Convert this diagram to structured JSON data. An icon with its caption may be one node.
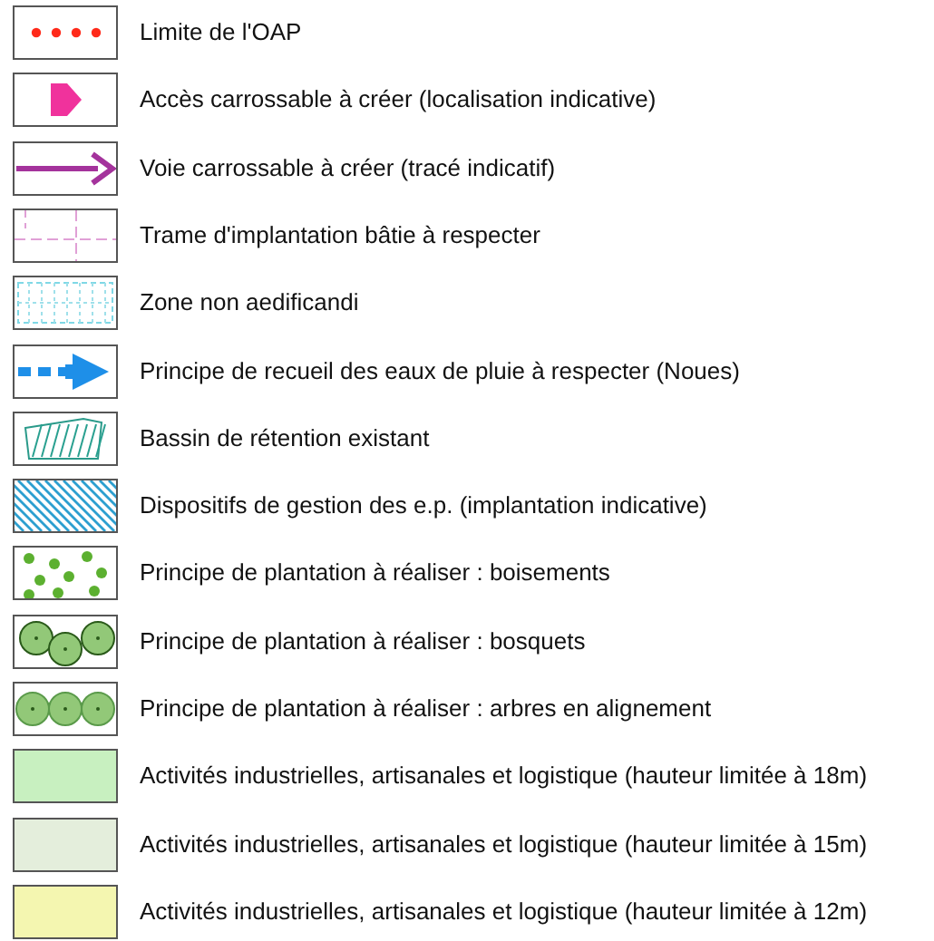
{
  "diagram": {
    "legend": [
      {
        "text": "Limite de l'OAP"
      },
      {
        "text": "Accès carrossable à créer (localisation indicative)"
      },
      {
        "text": "Voie carrossable à créer (tracé indicatif)"
      },
      {
        "text": "Trame d'implantation bâtie à respecter"
      },
      {
        "text": "Zone non aedificandi"
      },
      {
        "text": "Principe de recueil des eaux de pluie à respecter (Noues)"
      },
      {
        "text": "Bassin de rétention existant"
      },
      {
        "text": "Dispositifs de gestion des e.p.  (implantation indicative)"
      },
      {
        "text": "Principe de plantation à réaliser : boisements"
      },
      {
        "text": "Principe de plantation à réaliser : bosquets"
      },
      {
        "text": "Principe de plantation à réaliser : arbres en alignement"
      },
      {
        "text": "Activités industrielles, artisanales et logistique (hauteur limitée à 18m)",
        "color": "#c8f0c0"
      },
      {
        "text": "Activités industrielles, artisanales et logistique  (hauteur limitée à 15m)",
        "color": "#e4eedc"
      },
      {
        "text": "Activités industrielles, artisanales et logistique  (hauteur limitée à 12m)",
        "color": "#f4f6b0"
      }
    ]
  }
}
